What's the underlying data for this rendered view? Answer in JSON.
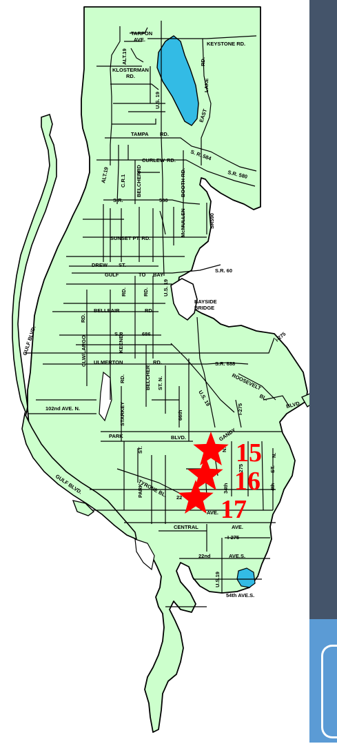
{
  "colors": {
    "land": "#ccffcc",
    "water": "#33bbe5",
    "panel_dark": "#44546a",
    "panel_light": "#5b9bd5",
    "marker": "#ff0000",
    "road": "#000000"
  },
  "labels": {
    "tarpon": "TARPON",
    "tarpon_ave": "AVE.",
    "keystone": "KEYSTONE RD.",
    "alt19_n": "ALT.19",
    "klosterman": "KLOSTERMAN",
    "klosterman_rd": "RD.",
    "rd_n": "RD.",
    "lake": "LAKE",
    "us19_n": "U.S. 19",
    "east": "EAST",
    "tampa": "TAMPA",
    "tampa_rd": "RD.",
    "sr584": "S. R. 584",
    "curlew": "CURLEW",
    "curlew_rd": "RD.",
    "sr580_e": "S.R. 580",
    "alt19_s": "ALT.19",
    "cr1": "C.R.1",
    "belcher_n": "BELCHER",
    "belcher_rd": "RD",
    "booth": "BOOTH RD.",
    "sr_w": "S.R.",
    "n580": "580",
    "mcmullen": "McMULLEN",
    "sr590": "SR590",
    "sunset": "SUNSET PT. RD.",
    "drew": "DREW",
    "drew_st": "ST.",
    "sr60": "S.R. 60",
    "gulf": "GULF",
    "to": "TO",
    "bay": "BAY",
    "rd_a": "RD.",
    "rd_b": "RD.",
    "us19_mid": "U.S. 19",
    "bayside": "BAYSIDE",
    "bridge": "BRIDGE",
    "belleair": "BELLEAIR",
    "belleair_rd": "RD.",
    "rd_c": "RD.",
    "gulf_blvd_n": "GULF BLVD.",
    "sr686_sr": "S.R.",
    "sr686_n": "686",
    "i275_n": "I-275",
    "clw_largo": "CLW/LARGO",
    "keene": "KEENE",
    "ulmerton": "ULMERTON",
    "ulmerton_rd": "RD.",
    "sr688": "S.R. 688",
    "roosevelt": "ROOSEVELT",
    "bl": "BL.",
    "rd_d": "RD.",
    "belcher_s": "BELCHER",
    "st_n": "ST.  N.",
    "us19_s": "U.S. 19",
    "i275_e": "I-275",
    "blvd_e": "BLVD.",
    "ave102": "102nd  AVE.  N.",
    "starkey": "STARKEY",
    "th66": "66th",
    "gandy": "GANDY",
    "park": "PARK",
    "park_blvd": "BLVD.",
    "st_park": "ST.",
    "n_a": "N.",
    "n_b": "N.",
    "gulf_blvd_s": "GULF BLVD.",
    "tyrone": "TYRONE BL.",
    "park_st": "PARK",
    "i275_v": "I-275",
    "th34": "34th",
    "th4": "4th",
    "st4": "ST.",
    "n22": "22",
    "ave_m": "AVE.",
    "central": "CENTRAL",
    "central_ave": "AVE.",
    "i275_s": "I-275",
    "nd22": "22nd",
    "ave_s": "AVE.S.",
    "us19_far": "U.S.19",
    "ave54": "54th AVE.S."
  },
  "markers": [
    {
      "id": "marker-15",
      "label": "15"
    },
    {
      "id": "marker-16",
      "label": "16"
    },
    {
      "id": "marker-17",
      "label": "17"
    }
  ]
}
